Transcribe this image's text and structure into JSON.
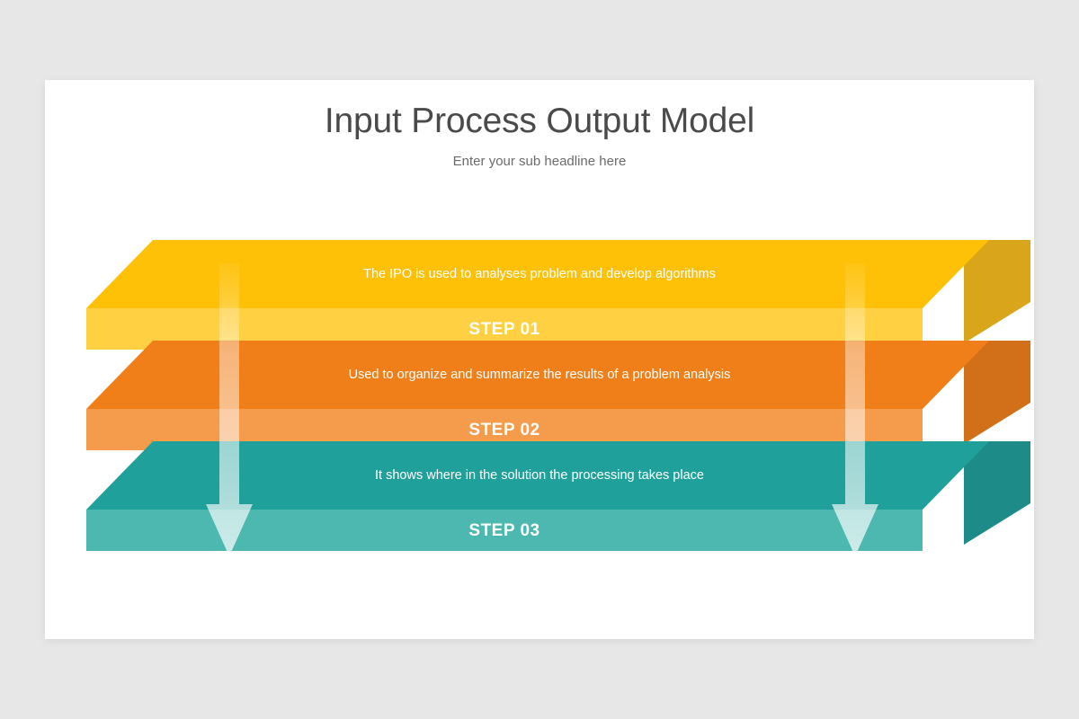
{
  "slide": {
    "title": "Input Process Output Model",
    "subtitle": "Enter your sub headline here"
  },
  "colors": {
    "background": "#e7e7e7",
    "slide_background": "#ffffff",
    "title_text": "#4a4a4a",
    "subtitle_text": "#6b6b6b",
    "layer_text": "#ffffff",
    "arrow": "#ffffff"
  },
  "diagram": {
    "type": "3d-stacked-layers",
    "arrow_count": 2,
    "arrow_direction": "down",
    "layers": [
      {
        "step_label": "STEP 01",
        "description": "The IPO is used to analyses problem and develop algorithms",
        "top_color": "#FFC107",
        "front_color": "#FFD042",
        "side_color": "#D9A51A"
      },
      {
        "step_label": "STEP 02",
        "description": "Used to organize and summarize the results of a problem analysis",
        "top_color": "#F07F1A",
        "front_color": "#F59B4C",
        "side_color": "#D2701A"
      },
      {
        "step_label": "STEP 03",
        "description": "It shows where in the solution the processing takes place",
        "top_color": "#20A09A",
        "front_color": "#4CB8B0",
        "side_color": "#1D8C88"
      }
    ]
  }
}
